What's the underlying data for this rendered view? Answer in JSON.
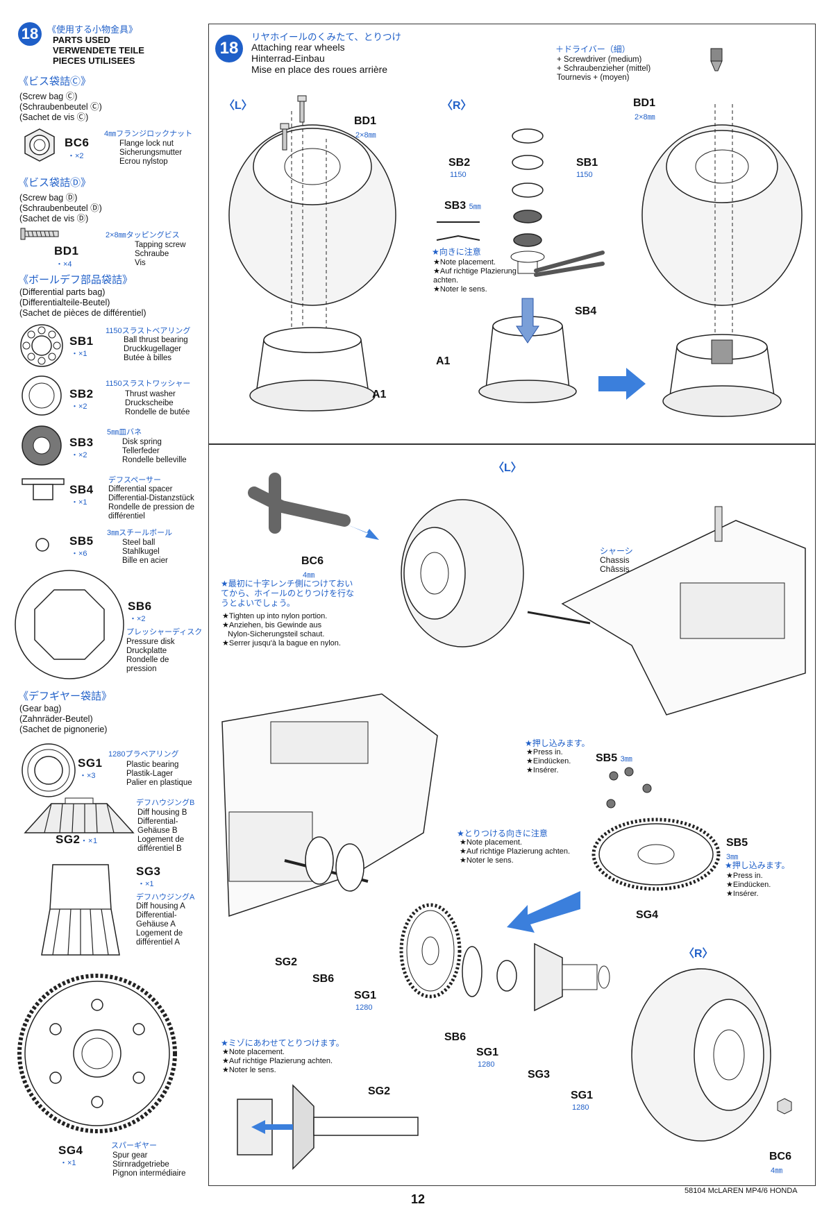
{
  "step_number": "18",
  "parts_used": {
    "jp": "《使用する小物金具》",
    "en": "PARTS USED",
    "de": "VERWENDETE TEILE",
    "fr": "PIECES UTILISEES"
  },
  "bag_c": {
    "jp": "《ビス袋詰Ⓒ》",
    "en": "(Screw bag Ⓒ)",
    "de": "(Schraubenbeutel Ⓒ)",
    "fr": "(Sachet de vis Ⓒ)"
  },
  "bag_d": {
    "jp": "《ビス袋詰Ⓓ》",
    "en": "(Screw bag Ⓓ)",
    "de": "(Schraubenbeutel Ⓓ)",
    "fr": "(Sachet de vis Ⓓ)"
  },
  "bag_diff": {
    "jp": "《ボールデフ部品袋詰》",
    "en": "(Differential parts bag)",
    "de": "(Differentialteile-Beutel)",
    "fr": "(Sachet de pièces de différentiel)"
  },
  "bag_gear": {
    "jp": "《デフギヤー袋詰》",
    "en": "(Gear bag)",
    "de": "(Zahnräder-Beutel)",
    "fr": "(Sachet de pignonerie)"
  },
  "parts": {
    "bc6": {
      "code": "BC6",
      "qty": "・×2",
      "jp": "4㎜フランジロックナット",
      "en": "Flange lock nut",
      "de": "Sicherungsmutter",
      "fr": "Ecrou nylstop"
    },
    "bd1": {
      "code": "BD1",
      "qty": "・×4",
      "jp": "2×8㎜タッピングビス",
      "en": "Tapping screw",
      "de": "Schraube",
      "fr": "Vis"
    },
    "sb1": {
      "code": "SB1",
      "qty": "・×1",
      "jp": "1150スラストベアリング",
      "en": "Ball thrust bearing",
      "de": "Druckkugellager",
      "fr": "Butée à billes"
    },
    "sb2": {
      "code": "SB2",
      "qty": "・×2",
      "jp": "1150スラストワッシャー",
      "en": "Thrust washer",
      "de": "Druckscheibe",
      "fr": "Rondelle de butée"
    },
    "sb3": {
      "code": "SB3",
      "qty": "・×2",
      "jp": "5㎜皿バネ",
      "en": "Disk spring",
      "de": "Tellerfeder",
      "fr": "Rondelle belleville"
    },
    "sb4": {
      "code": "SB4",
      "qty": "・×1",
      "jp": "デフスペーサー",
      "en": "Differential spacer",
      "de": "Differential-Distanzstück",
      "fr": "Rondelle de pression de différentiel"
    },
    "sb5": {
      "code": "SB5",
      "qty": "・×6",
      "jp": "3㎜スチールボール",
      "en": "Steel ball",
      "de": "Stahlkugel",
      "fr": "Bille en acier"
    },
    "sb6": {
      "code": "SB6",
      "qty": "・×2",
      "jp": "プレッシャーディスク",
      "en": "Pressure disk",
      "de": "Druckplatte",
      "fr": "Rondelle de pression"
    },
    "sg1": {
      "code": "SG1",
      "qty": "・×3",
      "jp": "1280プラベアリング",
      "en": "Plastic bearing",
      "de": "Plastik-Lager",
      "fr": "Palier en plastique"
    },
    "sg2": {
      "code": "SG2",
      "qty": "・×1",
      "jp": "デフハウジングB",
      "en": "Diff housing B",
      "de": "Differential-Gehäuse B",
      "fr": "Logement de différentiel B"
    },
    "sg3": {
      "code": "SG3",
      "qty": "・×1",
      "jp": "デフハウジングA",
      "en": "Diff housing A",
      "de": "Differential-Gehäuse A",
      "fr": "Logement de différentiel A"
    },
    "sg4": {
      "code": "SG4",
      "qty": "・×1",
      "jp": "スパーギヤー",
      "en": "Spur gear",
      "de": "Stirnradgetriebe",
      "fr": "Pignon intermédiaire"
    }
  },
  "step": {
    "jp": "リヤホイールのくみたて、とりつけ",
    "en": "Attaching rear wheels",
    "de": "Hinterrad-Einbau",
    "fr": "Mise en place des roues arrière"
  },
  "tool": {
    "jp": "＋ドライバー（細）",
    "en": "+ Screwdriver (medium)",
    "de": "+ Schraubenzieher (mittel)",
    "fr": "Tournevis + (moyen)"
  },
  "labels": {
    "L": "〈L〉",
    "R": "〈R〉",
    "bd1": "BD1",
    "bd1_size": "2×8㎜",
    "a1": "A1",
    "sb1": "SB1",
    "sb2": "SB2",
    "n1150": "1150",
    "sb3": "SB3",
    "sb3_size": "5㎜",
    "sb4": "SB4",
    "bc6": "BC6",
    "size4": "4㎜",
    "chassis_jp": "シャーシ",
    "chassis_en": "Chassis",
    "chassis_fr": "Châssis",
    "sb5": "SB5",
    "size3": "3㎜",
    "sg1": "SG1",
    "n1280": "1280",
    "sg2": "SG2",
    "sg3": "SG3",
    "sg4": "SG4",
    "sb6": "SB6"
  },
  "notes": {
    "placement_jp": "★向きに注意",
    "placement_en": "★Note placement.",
    "placement_de": "★Auf richtige Plazierung achten.",
    "placement_fr": "★Noter le sens.",
    "tighten_jp1": "★最初に十字レンチ側につけておい",
    "tighten_jp2": "てから、ホイールのとりつけを行な",
    "tighten_jp3": "うとよいでしょう。",
    "tighten_en": "★Tighten up into nylon portion.",
    "tighten_de1": "★Anziehen, bis Gewinde aus",
    "tighten_de2": "Nylon-Sicherungsteil schaut.",
    "tighten_fr": "★Serrer jusqu'à la bague en nylon.",
    "press_jp": "★押し込みます。",
    "press_en": "★Press in.",
    "press_de": "★Eindücken.",
    "press_fr": "★Insérer.",
    "attach_dir_jp": "★とりつける向きに注意",
    "align_jp": "★ミゾにあわせてとりつけます。"
  },
  "footer": {
    "page": "12",
    "model": "58104 McLAREN MP4/6 HONDA"
  }
}
